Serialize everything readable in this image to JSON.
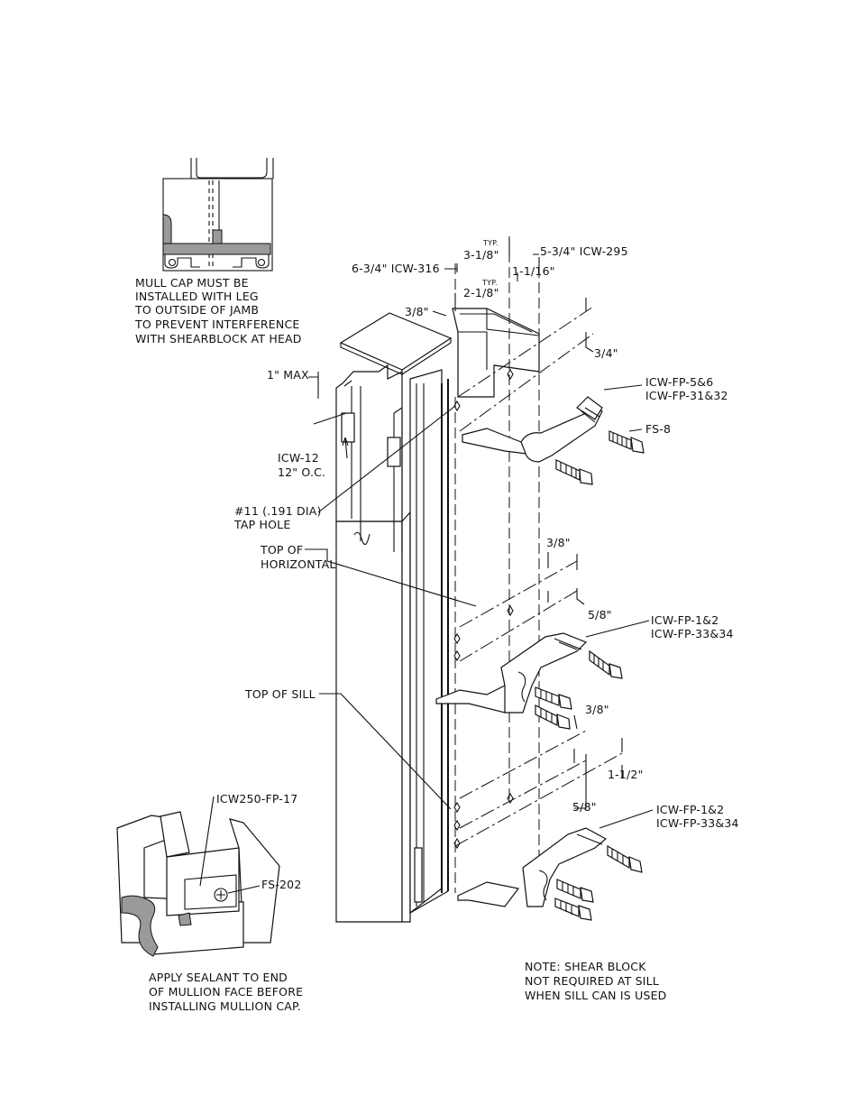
{
  "inset_top": {
    "note_lines": [
      "MULL CAP MUST BE",
      "INSTALLED WITH LEG",
      "TO OUTSIDE OF JAMB",
      "TO PREVENT INTERFERENCE",
      "WITH SHEARBLOCK AT HEAD"
    ]
  },
  "inset_bottom": {
    "label_clip": "ICW250-FP-17",
    "label_screw": "FS-202",
    "note_lines": [
      "APPLY SEALANT TO END",
      "OF MULLION FACE BEFORE",
      "INSTALLING MULLION CAP."
    ]
  },
  "dimensions": {
    "typ_1": "TYP.",
    "typ_2": "TYP.",
    "d_3_1_8": "3-1/8\"",
    "d_2_1_8": "2-1/8\"",
    "d_1_1_16": "1-1/16\"",
    "d_6_3_4": "6-3/4\" ICW-316",
    "d_5_3_4": "5-3/4\" ICW-295",
    "d_3_8_top": "3/8\"",
    "d_3_4": "3/4\"",
    "d_1_max": "1\" MAX",
    "d_3_8_mid": "3/8\"",
    "d_5_8_mid": "5/8\"",
    "d_3_8_low": "3/8\"",
    "d_1_1_2": "1-1/2\"",
    "d_5_8_low": "5/8\""
  },
  "labels": {
    "icw12_a": "ICW-12",
    "icw12_b": "12\" O.C.",
    "tap_a": "#11 (.191 DIA)",
    "tap_b": "TAP HOLE",
    "top_horiz_a": "TOP OF",
    "top_horiz_b": "HORIZONTAL",
    "top_sill": "TOP OF SILL",
    "fp_top_a": "ICW-FP-5&6",
    "fp_top_b": "ICW-FP-31&32",
    "fs8": "FS-8",
    "fp_mid_a": "ICW-FP-1&2",
    "fp_mid_b": "ICW-FP-33&34",
    "fp_low_a": "ICW-FP-1&2",
    "fp_low_b": "ICW-FP-33&34"
  },
  "note_sill": [
    "NOTE: SHEAR BLOCK",
    "NOT REQUIRED AT SILL",
    "WHEN SILL CAN IS USED"
  ],
  "colors": {
    "line": "#111111",
    "sealant": "#9a9a9a"
  }
}
